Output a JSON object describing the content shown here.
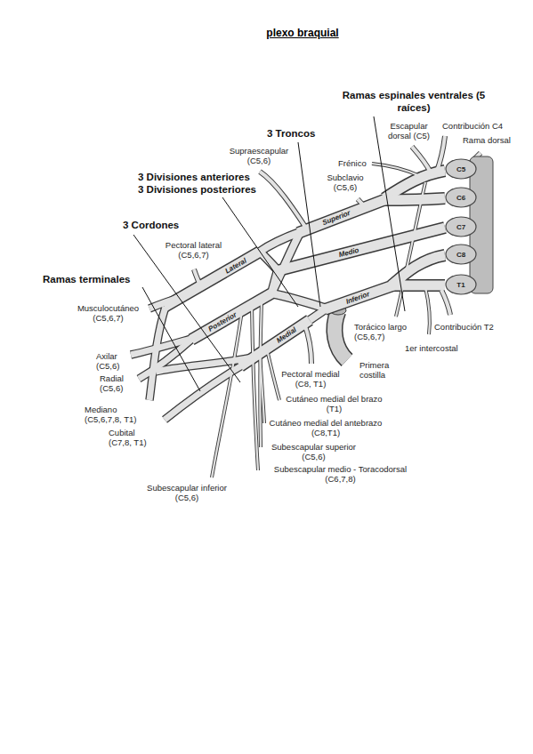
{
  "diagram": {
    "title": "plexo braquial",
    "labels": [
      "Ramas espinales ventrales (5 raíces)",
      "3 Troncos",
      "Contribución C4",
      "Escapular dorsal (C5)",
      "Rama dorsal",
      "Supraescapular (C5,6)",
      "3 Divisiones anteriores",
      "3 Divisiones posteriores",
      "Frénico",
      "Subclavio (C5,6)",
      "C5",
      "C6",
      "3 Cordones",
      "Superior",
      "C7",
      "Medio",
      "C8",
      "Pectoral lateral (C5,6,7)",
      "Lateral",
      "Ramas terminales",
      "Inferior",
      "T1",
      "Musculocutáneo (C5,6,7)",
      "Posterior",
      "Torácico largo (C5,6,7)",
      "Contribución T2",
      "1er intercostal",
      "Medial",
      "Axilar (C5,6)",
      "Radial (C5,6)",
      "Primera costilla",
      "Pectoral medial (C8, T1)",
      "Cutáneo medial del brazo (T1)",
      "Mediano (C5,6,7,8, T1)",
      "Cutáneo medial del antebrazo (C8,T1)",
      "Cubital (C7,8, T1)",
      "Subescapular superior (C5,6)",
      "Subescapular medio - Toracodorsal (C6,7,8)",
      "Subescapular inferior (C5,6)"
    ]
  }
}
